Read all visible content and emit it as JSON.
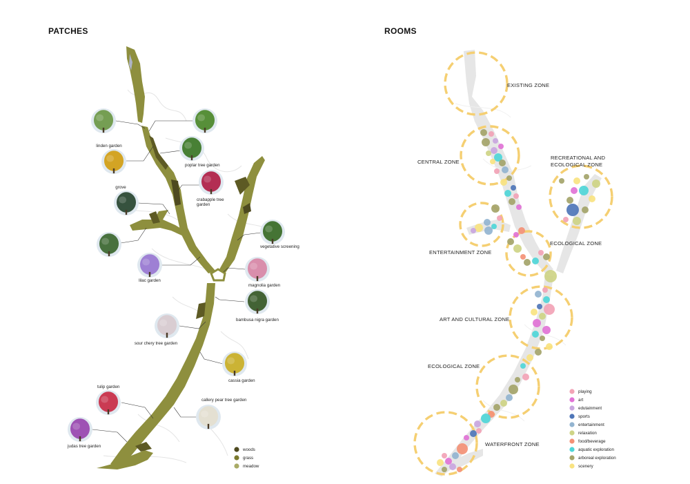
{
  "patches": {
    "title": "PATCHES",
    "gardens": [
      {
        "label": "",
        "photo": "tree-photo-rounded-green",
        "color": "#6f9a4a"
      },
      {
        "label": "",
        "photo": "tree-photo-bright-green",
        "color": "#4f8a2e"
      },
      {
        "label": "linden garden",
        "photo": "tree-photo-yellow",
        "color": "#d2a018"
      },
      {
        "label": "poplar tree garden",
        "photo": "tree-photo-tall-green",
        "color": "#3f7a2a"
      },
      {
        "label": "grove",
        "photo": "tree-photo-dark-conifer",
        "color": "#2c4a34"
      },
      {
        "label": "crabapple tree garden",
        "photo": "tree-photo-crimson",
        "color": "#b0244a"
      },
      {
        "label": "",
        "photo": "tree-photo-conifer-sky",
        "color": "#3f6a34"
      },
      {
        "label": "vegetative screening",
        "photo": "tree-photo-conifer-row",
        "color": "#3c6e2a"
      },
      {
        "label": "lilac garden",
        "photo": "tree-photo-lilac",
        "color": "#9a7ad2"
      },
      {
        "label": "magnolia garden",
        "photo": "tree-photo-pink-blossom",
        "color": "#d889a8"
      },
      {
        "label": "bambusa nigra garden",
        "photo": "tree-photo-bamboo",
        "color": "#3a5c2a"
      },
      {
        "label": "sour chery tree garden",
        "photo": "tree-photo-white-blossom",
        "color": "#d8cbd0"
      },
      {
        "label": "cassia garden",
        "photo": "tree-photo-yellow-cassia",
        "color": "#c9b02a"
      },
      {
        "label": "tulip garden",
        "photo": "tree-photo-red-tulips",
        "color": "#c8324a"
      },
      {
        "label": "callery pear tree garden",
        "photo": "tree-photo-white-pear",
        "color": "#e4dfd0"
      },
      {
        "label": "judas tree garden",
        "photo": "tree-photo-purple-judas",
        "color": "#9a4ab0"
      }
    ],
    "legend": [
      {
        "label": "woods",
        "color": "#4e4a20"
      },
      {
        "label": "grass",
        "color": "#7b7a2e"
      },
      {
        "label": "meadow",
        "color": "#a9ab66"
      }
    ]
  },
  "rooms": {
    "title": "ROOMS",
    "zones": [
      {
        "label": "EXISTING ZONE"
      },
      {
        "label": "CENTRAL ZONE"
      },
      {
        "label": "RECREATIONAL AND",
        "label2": "ECOLOGICAL ZONE"
      },
      {
        "label": "ENTERTAINMENT ZONE"
      },
      {
        "label": "ECOLOGICAL ZONE"
      },
      {
        "label": "ART AND CULTURAL ZONE"
      },
      {
        "label": "ECOLOGICAL ZONE"
      },
      {
        "label": "WATERFRONT ZONE"
      }
    ],
    "zone_ring_color": "#f5cf72",
    "legend": [
      {
        "label": "playing",
        "color": "#f2a3b6"
      },
      {
        "label": "art",
        "color": "#e173d6"
      },
      {
        "label": "edutainment",
        "color": "#c9a6df"
      },
      {
        "label": "sports",
        "color": "#4f76b8"
      },
      {
        "label": "entertainment",
        "color": "#93b4d0"
      },
      {
        "label": "relaxation",
        "color": "#ced486"
      },
      {
        "label": "food/beverage",
        "color": "#f49176"
      },
      {
        "label": "aquatic exploration",
        "color": "#4fd6d8"
      },
      {
        "label": "arboreal exploration",
        "color": "#a4a46a"
      },
      {
        "label": "scenery",
        "color": "#f9e381"
      }
    ]
  }
}
